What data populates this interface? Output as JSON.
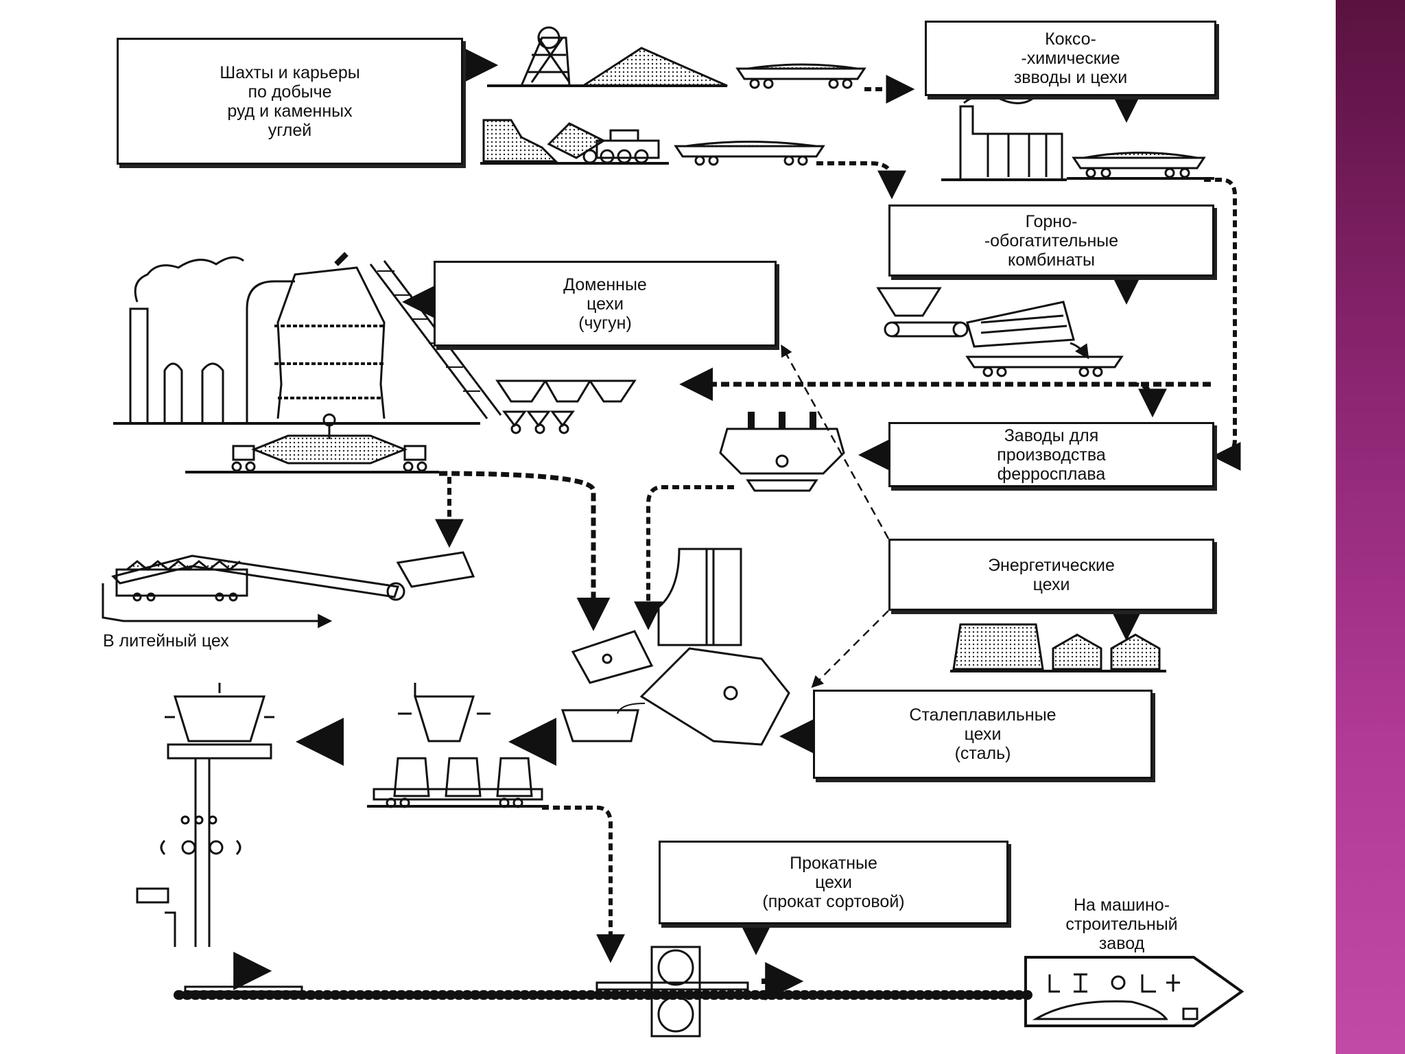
{
  "diagram": {
    "nodes": {
      "mines": "Шахты и карьеры\n по добыче\nруд и каменных\n углей",
      "coke": "Коксо-\n-химические\nзвводы и цехи",
      "mining_combines": "Горно-\n-обогатительные\nкомбинаты",
      "blast_furnace": "Доменные\nцехи\n(чугун)",
      "ferroalloy": "Заводы для\nпроизводства\nферросплава",
      "energy": "Энергетические\nцехи",
      "steelmaking": "Сталеплавильные\nцехи\n(сталь)",
      "rolling": "Прокатные\nцехи\n(прокат сортовой)"
    },
    "labels": {
      "foundry": "В литейный цех",
      "machine_plant": "На машино-\nстроительный\nзавод"
    }
  },
  "colors": {
    "ink": "#111111",
    "slide_bar_top": "#5a1240",
    "slide_bar_bottom": "#c04aa5"
  }
}
